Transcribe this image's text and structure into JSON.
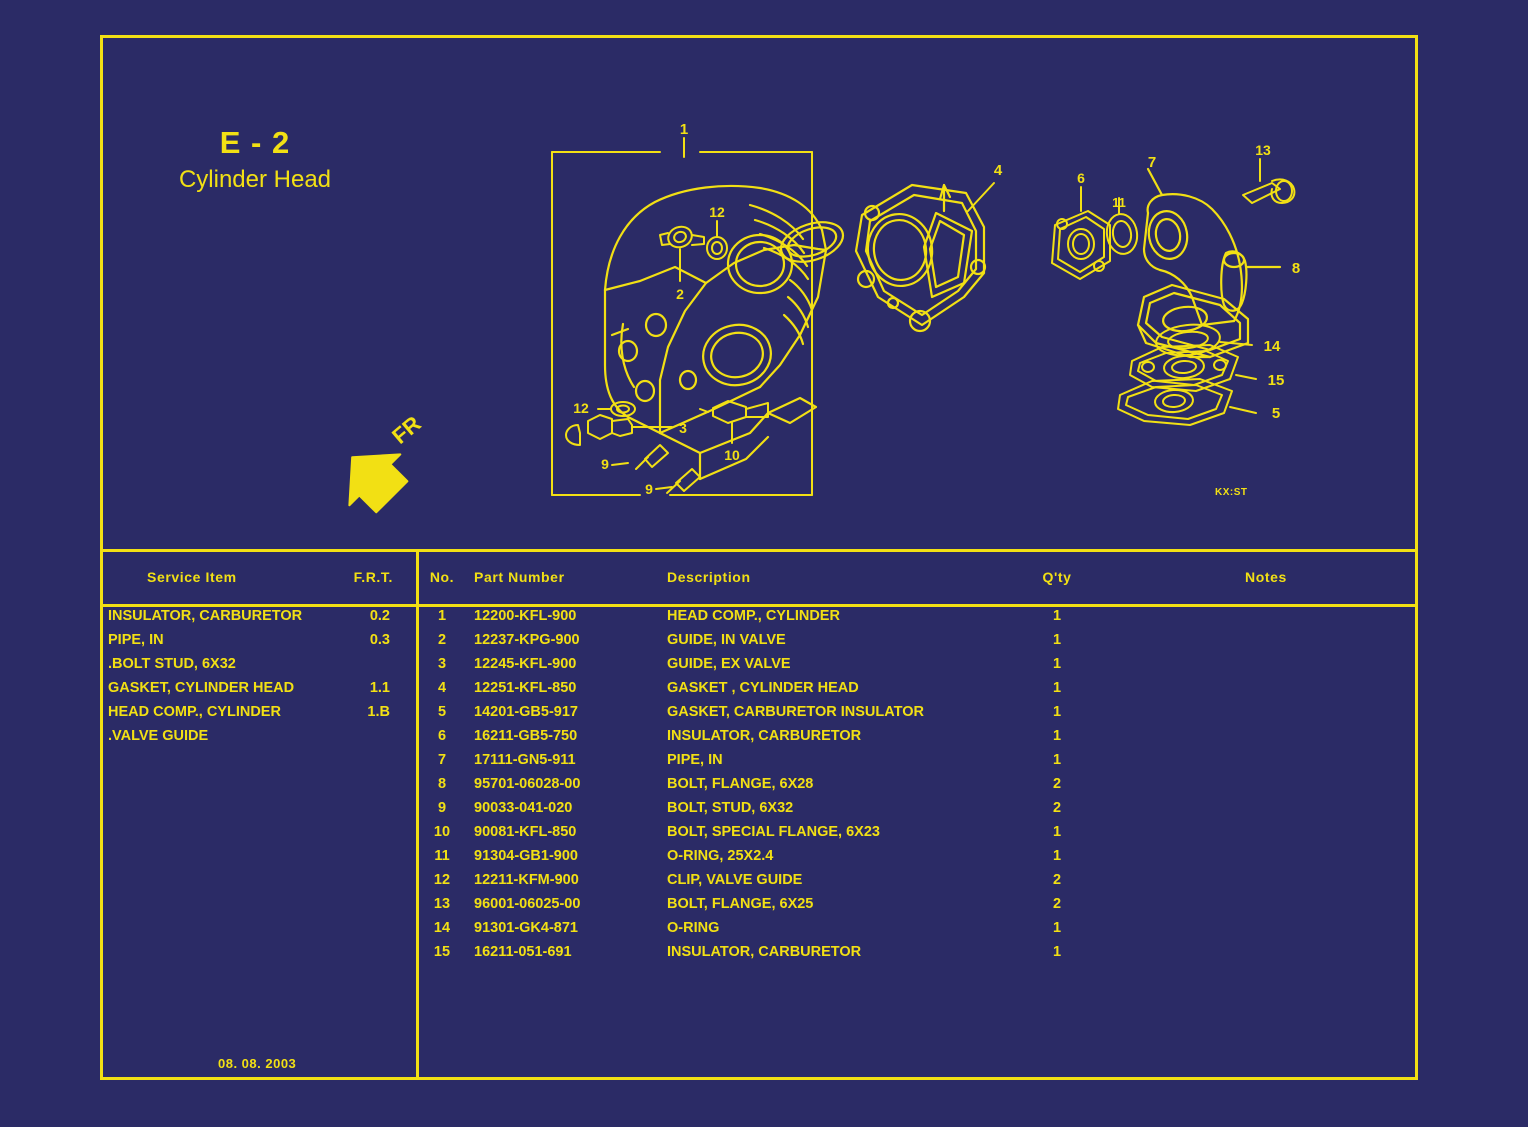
{
  "page": {
    "background_color": "#2b2b66",
    "line_color": "#f2e014"
  },
  "title": {
    "code": "E - 2",
    "name": "Cylinder Head"
  },
  "diagram": {
    "orientation_marker": "FR",
    "sheet_code": "KX:ST",
    "callouts": [
      "1",
      "2",
      "3",
      "4",
      "5",
      "6",
      "7",
      "8",
      "9",
      "9",
      "10",
      "11",
      "12",
      "12",
      "13",
      "14",
      "15"
    ]
  },
  "service_table": {
    "headers": {
      "item": "Service Item",
      "frt": "F.R.T."
    },
    "rows": [
      {
        "item": "INSULATOR, CARBURETOR",
        "frt": "0.2"
      },
      {
        "item": "PIPE, IN",
        "frt": "0.3"
      },
      {
        "item": ".BOLT STUD, 6X32",
        "frt": ""
      },
      {
        "item": "GASKET, CYLINDER HEAD",
        "frt": "1.1"
      },
      {
        "item": "HEAD COMP., CYLINDER",
        "frt": "1.B"
      },
      {
        "item": ".VALVE GUIDE",
        "frt": ""
      }
    ]
  },
  "parts_table": {
    "headers": {
      "no": "No.",
      "part_number": "Part Number",
      "description": "Description",
      "qty": "Q'ty",
      "notes": "Notes"
    },
    "rows": [
      {
        "no": "1",
        "part_number": "12200-KFL-900",
        "description": "HEAD COMP., CYLINDER",
        "qty": "1",
        "notes": ""
      },
      {
        "no": "2",
        "part_number": "12237-KPG-900",
        "description": "GUIDE, IN VALVE",
        "qty": "1",
        "notes": ""
      },
      {
        "no": "3",
        "part_number": "12245-KFL-900",
        "description": "GUIDE, EX VALVE",
        "qty": "1",
        "notes": ""
      },
      {
        "no": "4",
        "part_number": "12251-KFL-850",
        "description": "GASKET , CYLINDER HEAD",
        "qty": "1",
        "notes": ""
      },
      {
        "no": "5",
        "part_number": "14201-GB5-917",
        "description": "GASKET, CARBURETOR INSULATOR",
        "qty": "1",
        "notes": ""
      },
      {
        "no": "6",
        "part_number": "16211-GB5-750",
        "description": "INSULATOR, CARBURETOR",
        "qty": "1",
        "notes": ""
      },
      {
        "no": "7",
        "part_number": "17111-GN5-911",
        "description": "PIPE, IN",
        "qty": "1",
        "notes": ""
      },
      {
        "no": "8",
        "part_number": "95701-06028-00",
        "description": "BOLT, FLANGE, 6X28",
        "qty": "2",
        "notes": ""
      },
      {
        "no": "9",
        "part_number": "90033-041-020",
        "description": "BOLT, STUD, 6X32",
        "qty": "2",
        "notes": ""
      },
      {
        "no": "10",
        "part_number": "90081-KFL-850",
        "description": "BOLT, SPECIAL FLANGE, 6X23",
        "qty": "1",
        "notes": ""
      },
      {
        "no": "11",
        "part_number": "91304-GB1-900",
        "description": "O-RING, 25X2.4",
        "qty": "1",
        "notes": ""
      },
      {
        "no": "12",
        "part_number": "12211-KFM-900",
        "description": "CLIP, VALVE GUIDE",
        "qty": "2",
        "notes": ""
      },
      {
        "no": "13",
        "part_number": "96001-06025-00",
        "description": "BOLT, FLANGE, 6X25",
        "qty": "2",
        "notes": ""
      },
      {
        "no": "14",
        "part_number": "91301-GK4-871",
        "description": "O-RING",
        "qty": "1",
        "notes": ""
      },
      {
        "no": "15",
        "part_number": "16211-051-691",
        "description": "INSULATOR, CARBURETOR",
        "qty": "1",
        "notes": ""
      }
    ]
  },
  "footer": {
    "date": "08. 08. 2003"
  }
}
